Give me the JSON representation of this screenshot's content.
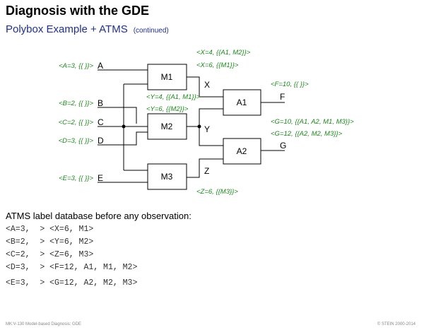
{
  "title": "Diagnosis with the GDE",
  "subtitle": "Polybox Example + ATMS",
  "subtitle_note": "(continued)",
  "diagram": {
    "inputs": {
      "A": {
        "pin": "A",
        "label": "<A=3, {{ }}>"
      },
      "B": {
        "pin": "B",
        "label": "<B=2, {{ }}>"
      },
      "C": {
        "pin": "C",
        "label": "<C=2, {{ }}>"
      },
      "D": {
        "pin": "D",
        "label": "<D=3, {{ }}>"
      },
      "E": {
        "pin": "E",
        "label": "<E=3, {{ }}>"
      }
    },
    "components": {
      "M1": "M1",
      "M2": "M2",
      "M3": "M3",
      "A1": "A1",
      "A2": "A2"
    },
    "internal": {
      "X": "X",
      "Y": "Y",
      "Z": "Z"
    },
    "outputs": {
      "F": "F",
      "G": "G"
    },
    "labels": {
      "x1": "<X=4, {{A1, M2}}>",
      "x2": "<X=6, {{M1}}>",
      "y1": "<Y=4, {{A1, M1}}>",
      "y2": "<Y=6, {{M2}}>",
      "z1": "<Z=6, {{M3}}>",
      "f1": "<F=10, {{ }}>",
      "g1": "<G=10, {{A1, A2, M1, M3}}>",
      "g2": "<G=12, {{A2, M2, M3}}>"
    }
  },
  "db": {
    "heading": "ATMS label database before any observation:",
    "rows": [
      {
        "left": "<A=3,",
        "right": "> <X=6, M1>"
      },
      {
        "left": "<B=2,",
        "right": "> <Y=6, M2>"
      },
      {
        "left": "<C=2,",
        "right": "> <Z=6, M3>"
      },
      {
        "left": "<D=3,",
        "right": "> <F=12, A1, M1, M2>"
      },
      {
        "left": "<E=3,",
        "right": "> <G=12, A2, M2, M3>"
      }
    ]
  },
  "footer": {
    "left": "MK:V-130   Model-based Diagnosis: GDE",
    "right": "© STEIN 2000-2014"
  }
}
